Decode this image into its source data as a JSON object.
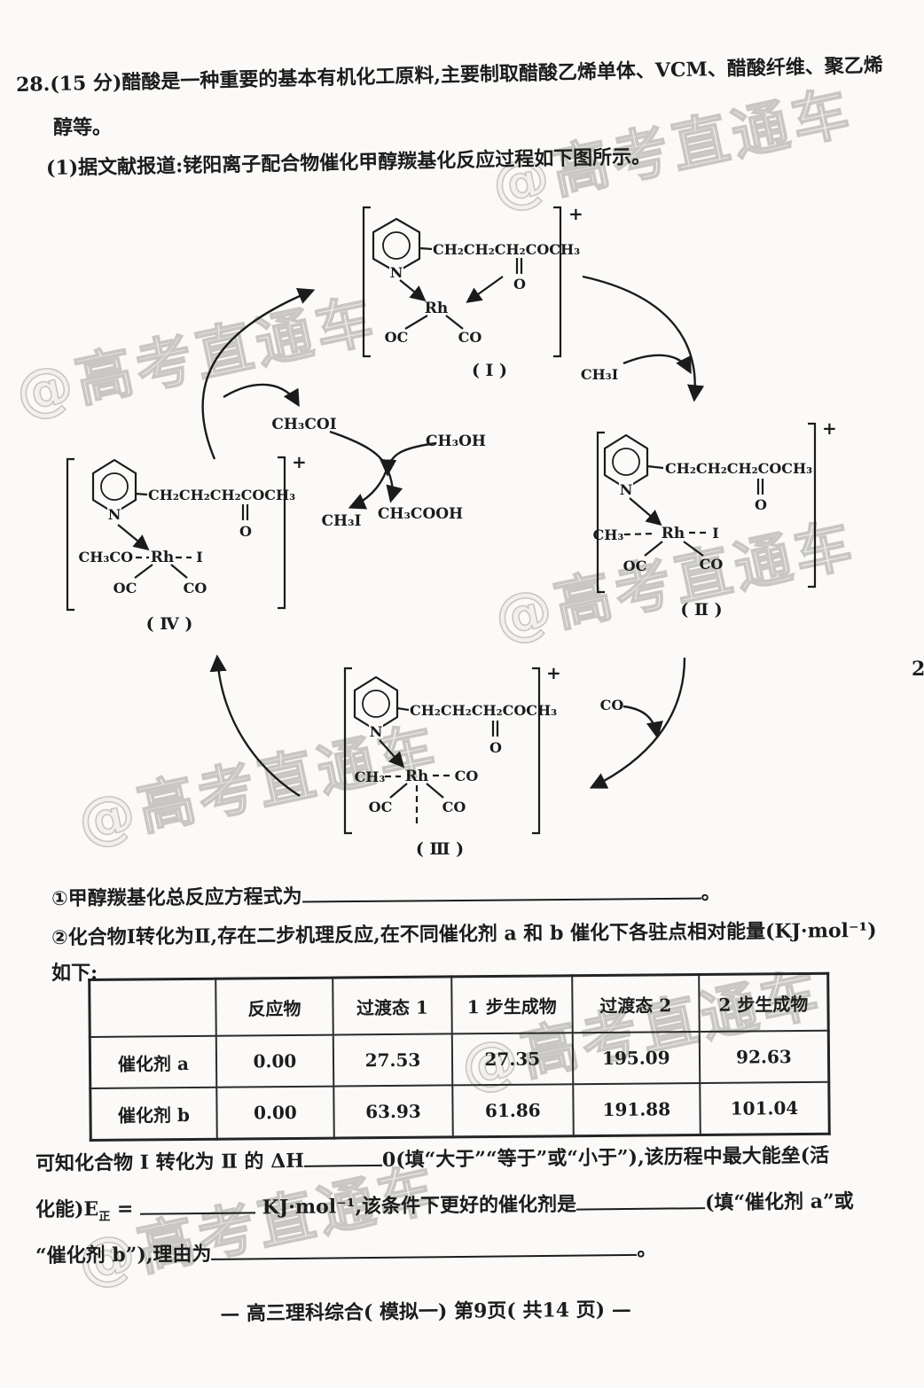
{
  "watermark": "@高考直通车",
  "margin_page_number": "2",
  "header": {
    "line1": "28.(15 分)醋酸是一种重要的基本有机化工原料,主要制取醋酸乙烯单体、VCM、醋酸纤维、聚乙烯",
    "line2": "醇等。",
    "line3": "(1)据文献报道:铑阳离子配合物催化甲醇羰基化反应过程如下图所示。"
  },
  "diagram": {
    "complex1": {
      "label": "( Ⅰ )",
      "n": "N",
      "chain": "CH₂CH₂CH₂COCH₃",
      "o": "O",
      "metal": "Rh",
      "oc": "OC",
      "co": "CO",
      "charge": "+"
    },
    "complex2": {
      "label": "( Ⅱ )",
      "n": "N",
      "chain": "CH₂CH₂CH₂COCH₃",
      "o": "O",
      "metal": "Rh",
      "ch3": "CH₃",
      "i": "I",
      "oc": "OC",
      "co": "CO",
      "charge": "+"
    },
    "complex3": {
      "label": "( Ⅲ )",
      "n": "N",
      "chain": "CH₂CH₂CH₂COCH₃",
      "o": "O",
      "metal": "Rh",
      "ch3": "CH₃",
      "co_ax": "CO",
      "oc": "OC",
      "co": "CO",
      "charge": "+"
    },
    "complex4": {
      "label": "( Ⅳ )",
      "n": "N",
      "chain": "CH₂CH₂CH₂COCH₃",
      "o": "O",
      "metal": "Rh",
      "acyl": "CH₃CO",
      "i": "I",
      "oc": "OC",
      "co": "CO",
      "charge": "+"
    },
    "center": {
      "acetyl_iodide": "CH₃COI",
      "methanol": "CH₃OH",
      "methyl_iodide": "CH₃I",
      "acetic_acid": "CH₃COOH"
    },
    "arrow_reagents": {
      "ch3i": "CH₃I",
      "co": "CO"
    }
  },
  "sub_questions": {
    "q1_label": "①甲醇羰基化总反应方程式为",
    "q1_period": "。",
    "q2_text": "②化合物Ⅰ转化为Ⅱ,存在二步机理反应,在不同催化剂 a 和 b 催化下各驻点相对能量(KJ·mol⁻¹)",
    "q2_text2": "如下:"
  },
  "table": {
    "headers": [
      "",
      "反应物",
      "过渡态 1",
      "1 步生成物",
      "过渡态 2",
      "2 步生成物"
    ],
    "rows": [
      {
        "name": "催化剂 a",
        "values": [
          "0.00",
          "27.53",
          "27.35",
          "195.09",
          "92.63"
        ]
      },
      {
        "name": "催化剂 b",
        "values": [
          "0.00",
          "63.93",
          "61.86",
          "191.88",
          "101.04"
        ]
      }
    ]
  },
  "conclusion": {
    "part1a": "可知化合物 Ⅰ 转化为 Ⅱ 的 ΔH",
    "part1b": "0(填“大于”“等于”或“小于”),该历程中最大能垒(活",
    "part2a": "化能)E",
    "part2a_sub": "正",
    "part2a_eq": " = ",
    "part2b": "KJ·mol⁻¹,该条件下更好的催化剂是",
    "part2c": "(填“催化剂 a”或",
    "part3a": "“催化剂 b”),理由为",
    "part3b": "。"
  },
  "footer": "— 高三理科综合( 模拟一) 第9页( 共14 页) —"
}
